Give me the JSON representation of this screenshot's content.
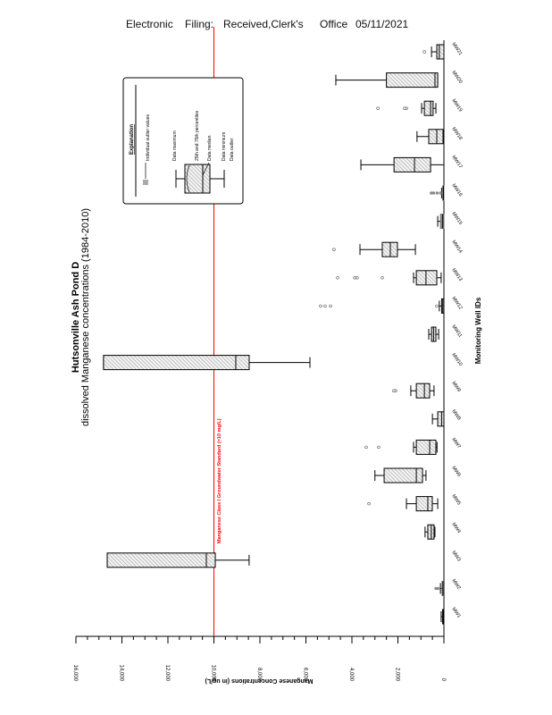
{
  "header": {
    "w1": "Electronic",
    "w2": "Filing:",
    "w3": "Received,Clerk's",
    "w4": "Office",
    "w5": "05/11/2021"
  },
  "colors": {
    "standard_line": "#ff0000",
    "box_stroke": "#000000",
    "outlier_gray": "#888888"
  },
  "legend": {
    "title": "Explanation",
    "items": [
      "Individual outlier values",
      "Data maximum",
      "25th and 75th percentiles",
      "Data median",
      "Data minimum",
      "Data outlier"
    ]
  },
  "chart_data": {
    "type": "box",
    "orientation": "rotated 90 degrees counter-clockwise on page",
    "title": "Hutsonville Ash Pond D",
    "subtitle": "dissolved Manganese concentrations (1984-2010)",
    "xlabel": "Monitoring Well IDs",
    "ylabel": "Manganese Concentrations (in ug/L)",
    "ylim": [
      0,
      16000
    ],
    "yticks": [
      0,
      2000,
      4000,
      6000,
      8000,
      10000,
      12000,
      14000,
      16000
    ],
    "ytick_labels": [
      "0",
      "2,000",
      "4,000",
      "6,000",
      "8,000",
      "10,000",
      "12,000",
      "14,000",
      "16,000"
    ],
    "reference_line": {
      "value": 10000,
      "label": "Manganese Class I Groundwater Standard (=10 mg/L)"
    },
    "categories": [
      "MW1",
      "MW2",
      "MW3",
      "MW4",
      "MW5",
      "MW6",
      "MW7",
      "MW8",
      "MW9",
      "MW10",
      "MW11",
      "MW12",
      "MW13",
      "MW14",
      "MW15",
      "MW16",
      "MW17",
      "MW18",
      "MW19",
      "MW20",
      "MW21"
    ],
    "series": [
      {
        "min": 0,
        "q1": 0,
        "median": 20,
        "q3": 60,
        "max": 120,
        "outliers": []
      },
      {
        "min": 0,
        "q1": 20,
        "median": 40,
        "q3": 80,
        "max": 150,
        "outliers": [
          250,
          350
        ],
        "gray": true
      },
      {
        "min": 8470,
        "q1": 9940,
        "median": 10330,
        "q3": 14640,
        "max": 14640,
        "outliers": []
      },
      {
        "min": 390,
        "q1": 430,
        "median": 550,
        "q3": 700,
        "max": 820,
        "outliers": []
      },
      {
        "min": 270,
        "q1": 505,
        "median": 700,
        "q3": 1200,
        "max": 1630,
        "outliers": [
          3260
        ]
      },
      {
        "min": 780,
        "q1": 930,
        "median": 1200,
        "q3": 2600,
        "max": 3000,
        "outliers": []
      },
      {
        "min": 300,
        "q1": 350,
        "median": 620,
        "q3": 1200,
        "max": 1320,
        "outliers": [
          2835,
          3380
        ]
      },
      {
        "min": 0,
        "q1": 0,
        "median": 100,
        "q3": 270,
        "max": 500,
        "outliers": []
      },
      {
        "min": 430,
        "q1": 620,
        "median": 850,
        "q3": 1200,
        "max": 1440,
        "outliers": [
          2100,
          2180
        ]
      },
      {
        "min": 5825,
        "q1": 8466,
        "median": 9050,
        "q3": 14800,
        "max": 14800,
        "outliers": []
      },
      {
        "min": 230,
        "q1": 350,
        "median": 450,
        "q3": 540,
        "max": 660,
        "outliers": []
      },
      {
        "min": 0,
        "q1": 0,
        "median": 50,
        "q3": 100,
        "max": 200,
        "outliers": [
          310,
          4930,
          5165,
          5360
        ]
      },
      {
        "min": 120,
        "q1": 310,
        "median": 780,
        "q3": 1200,
        "max": 1320,
        "outliers": [
          2680,
          3770,
          3880,
          4620
        ]
      },
      {
        "min": 1240,
        "q1": 2020,
        "median": 2330,
        "q3": 2680,
        "max": 3650,
        "outliers": [
          4780
        ]
      },
      {
        "min": 0,
        "q1": 0,
        "median": 50,
        "q3": 150,
        "max": 270,
        "outliers": [],
        "gray": true
      },
      {
        "min": 0,
        "q1": 0,
        "median": 20,
        "q3": 60,
        "max": 100,
        "outliers": [
          150,
          300,
          450,
          550
        ],
        "gray": true
      },
      {
        "min": 0,
        "q1": 580,
        "median": 1280,
        "q3": 2170,
        "max": 3610,
        "outliers": []
      },
      {
        "min": 0,
        "q1": 40,
        "median": 310,
        "q3": 660,
        "max": 1170,
        "outliers": []
      },
      {
        "min": 350,
        "q1": 470,
        "median": 580,
        "q3": 850,
        "max": 970,
        "outliers": [
          1630,
          1710,
          2870
        ]
      },
      {
        "min": 270,
        "q1": 270,
        "median": 390,
        "q3": 2500,
        "max": 4700,
        "outliers": []
      },
      {
        "min": 0,
        "q1": 0,
        "median": 200,
        "q3": 310,
        "max": 540,
        "outliers": [
          850
        ]
      }
    ]
  }
}
